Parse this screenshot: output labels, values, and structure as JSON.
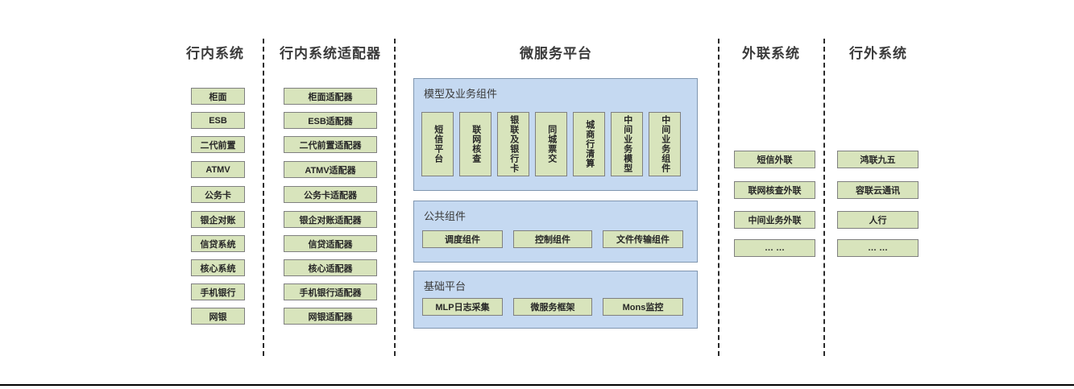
{
  "diagram": {
    "columns": [
      {
        "id": "internal-systems",
        "title": "行内系统",
        "nodes": [
          "柜面",
          "ESB",
          "二代前置",
          "ATMV",
          "公务卡",
          "银企对账",
          "信贷系统",
          "核心系统",
          "手机银行",
          "网银"
        ]
      },
      {
        "id": "internal-system-adapters",
        "title": "行内系统适配器",
        "nodes": [
          "柜面适配器",
          "ESB适配器",
          "二代前置适配器",
          "ATMV适配器",
          "公务卡适配器",
          "银企对账适配器",
          "信贷适配器",
          "核心适配器",
          "手机银行适配器",
          "网银适配器"
        ]
      },
      {
        "id": "microservice-platform",
        "title": "微服务平台",
        "panels": [
          {
            "id": "model-business-components",
            "label": "模型及业务组件",
            "orientation": "vertical",
            "nodes": [
              "短信平台",
              "联网核查",
              "银联及银行卡",
              "同城票交",
              "城商行清算",
              "中间业务模型",
              "中间业务组件"
            ]
          },
          {
            "id": "public-components",
            "label": "公共组件",
            "orientation": "horizontal",
            "nodes": [
              "调度组件",
              "控制组件",
              "文件传输组件"
            ]
          },
          {
            "id": "base-platform",
            "label": "基础平台",
            "orientation": "horizontal",
            "nodes": [
              "MLP日志采集",
              "微服务框架",
              "Mons监控"
            ]
          }
        ]
      },
      {
        "id": "external-link-systems",
        "title": "外联系统",
        "nodes": [
          "短信外联",
          "联网核查外联",
          "中间业务外联",
          "… …"
        ]
      },
      {
        "id": "outside-bank-systems",
        "title": "行外系统",
        "nodes": [
          "鸿联九五",
          "容联云通讯",
          "人行",
          "… …"
        ]
      }
    ],
    "colors": {
      "node_fill": "#d8e4bc",
      "node_border": "#7f7f7f",
      "panel_fill": "#c5d9f1",
      "panel_border": "#8096b0",
      "title_color": "#3a3a3a",
      "divider_color": "#2b2b2b",
      "background": "#ffffff"
    }
  }
}
